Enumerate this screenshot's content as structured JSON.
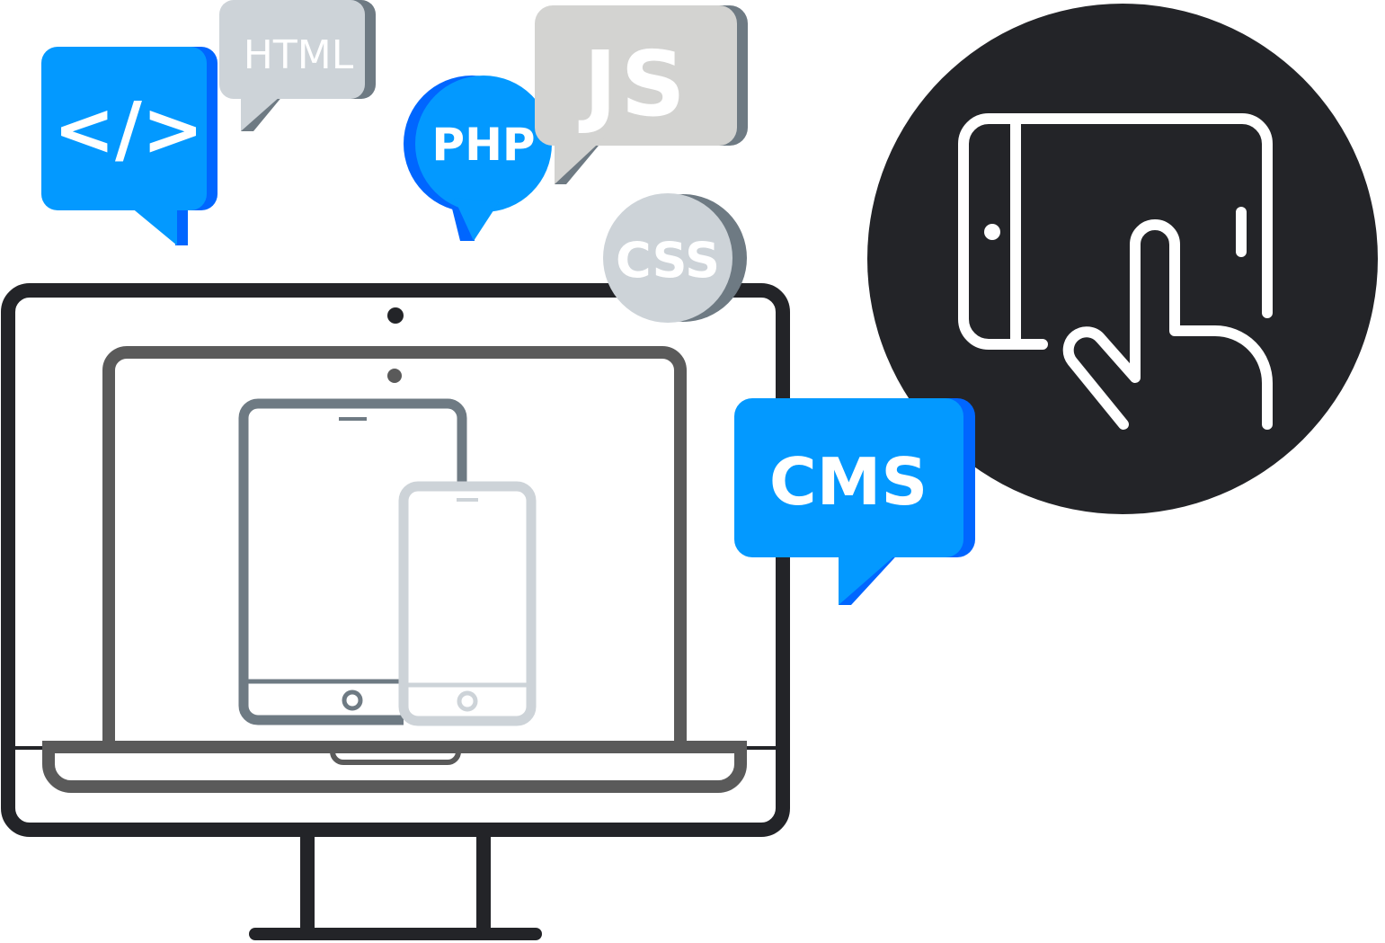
{
  "bubbles": {
    "code": "</>",
    "html": "HTML",
    "php": "PHP",
    "js": "JS",
    "css": "CSS",
    "cms": "CMS"
  },
  "colors": {
    "blue": "#0399FF",
    "blue_shadow": "#0066FF",
    "gray": "#CDD3D8",
    "gray_shadow": "#6E7A83",
    "js_gray": "#D3D3D1",
    "dark": "#232428",
    "laptop": "#5A5A5A"
  }
}
